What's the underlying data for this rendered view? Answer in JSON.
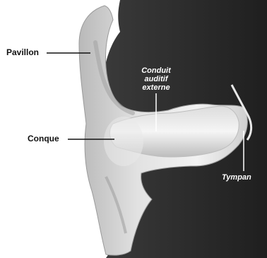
{
  "labels": {
    "pavillon": "Pavillon",
    "conque": "Conque",
    "conduit": [
      "Conduit",
      "auditif",
      "externe"
    ],
    "tympan": "Tympan"
  },
  "colors": {
    "background": "#ffffff",
    "head_dark": "#2b2b2b",
    "ear_flesh": "#c9c9c9",
    "canal_light": "#ececec",
    "leader_lines": "#111111",
    "inner_label_text": "#ffffff"
  }
}
